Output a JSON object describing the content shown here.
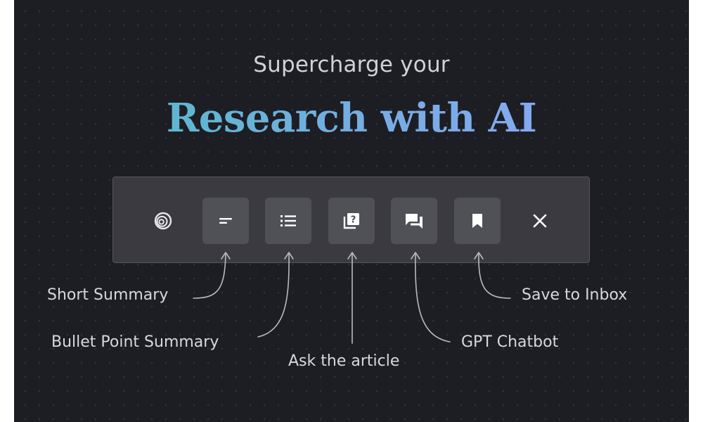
{
  "hero": {
    "subtitle": "Supercharge your",
    "headline": "Research with AI"
  },
  "toolbar": {
    "buttons": [
      {
        "icon": "logo-spiral-icon",
        "boxed": false
      },
      {
        "icon": "short-summary-icon",
        "boxed": true
      },
      {
        "icon": "bullet-list-icon",
        "boxed": true
      },
      {
        "icon": "question-doc-icon",
        "boxed": true
      },
      {
        "icon": "chat-bubbles-icon",
        "boxed": true
      },
      {
        "icon": "bookmark-icon",
        "boxed": true
      },
      {
        "icon": "close-icon",
        "boxed": false
      }
    ]
  },
  "callouts": {
    "short_summary": "Short Summary",
    "bullet_point_summary": "Bullet Point Summary",
    "ask_the_article": "Ask the article",
    "gpt_chatbot": "GPT Chatbot",
    "save_to_inbox": "Save to Inbox"
  },
  "colors": {
    "background": "#1d1d24",
    "toolbar": "#3a3a40",
    "button": "#505057",
    "headline_gradient_start": "#5fb6cf",
    "headline_gradient_end": "#84a9ef",
    "text": "#d8d8dc"
  }
}
